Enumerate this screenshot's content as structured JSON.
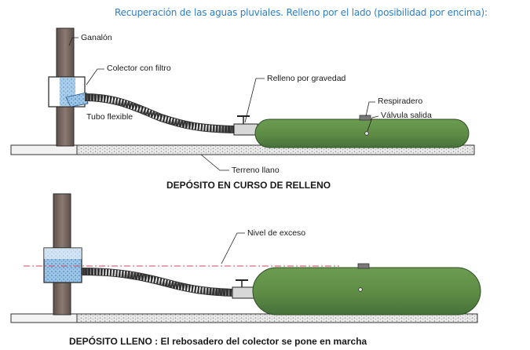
{
  "title": "Recuperación de las aguas pluviales. Relleno por el lado (posibilidad por encima):",
  "diagram1": {
    "labels": {
      "gutter": "Ganalón",
      "collector": "Colector con filtro",
      "flexible_tube": "Tubo flexible",
      "gravity_fill": "Relleno por gravedad",
      "vent": "Respiradero",
      "outlet_valve": "Válvula salida",
      "ground": "Terreno llano"
    },
    "caption": "DEPÓSITO EN CURSO DE RELLENO"
  },
  "diagram2": {
    "labels": {
      "overflow_level": "Nivel de exceso"
    },
    "caption": "DEPÓSITO LLENO : El rebosadero del colector se pone en marcha"
  },
  "colors": {
    "tank": "#5e8c45",
    "tank_dark": "#3f6a2e",
    "water": "#7fb4da",
    "pipe": "#7a6a63",
    "overflow_line": "#d0455b",
    "title": "#2f7fc6"
  }
}
